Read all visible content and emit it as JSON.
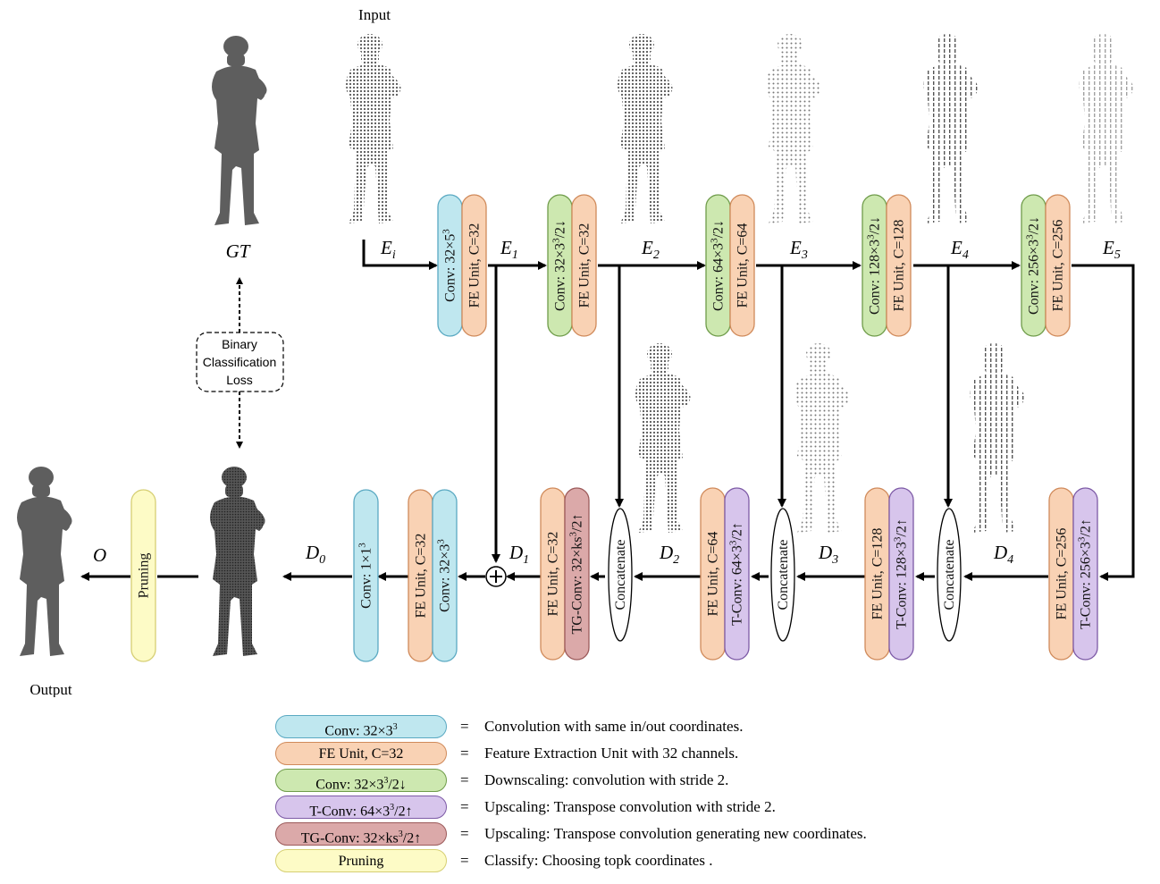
{
  "colors": {
    "conv": {
      "fill": "#bfe7ef",
      "stroke": "#5aa9c2"
    },
    "fe": {
      "fill": "#f9d2b4",
      "stroke": "#d08a5a"
    },
    "down": {
      "fill": "#cde8b0",
      "stroke": "#6f9c4a"
    },
    "tconv": {
      "fill": "#d7c5ec",
      "stroke": "#7d5aa6"
    },
    "tg": {
      "fill": "#dba9a9",
      "stroke": "#9c5a5a"
    },
    "prune": {
      "fill": "#fdfbc6",
      "stroke": "#d6cf73"
    }
  },
  "figure": {
    "input_label": "Input",
    "output_label": "Output",
    "gt_label": "GT",
    "loss_label": [
      "Binary",
      "Classification",
      "Loss"
    ],
    "concat_label": "Concatenate",
    "encoder_labels": [
      "E",
      "E",
      "E",
      "E",
      "E",
      "E"
    ],
    "encoder_subs": [
      "i",
      "1",
      "2",
      "3",
      "4",
      "5"
    ],
    "decoder_labels": [
      "D",
      "D",
      "D",
      "D",
      "D"
    ],
    "decoder_subs": [
      "0",
      "1",
      "2",
      "3",
      "4"
    ],
    "output_symbol": "O",
    "enc_blocks": [
      {
        "a": "Conv: 32×5",
        "a_sup": "3",
        "a_suffix": "",
        "a_type": "conv",
        "b": "FE Unit, C=32"
      },
      {
        "a": "Conv: 32×3",
        "a_sup": "3",
        "a_suffix": "/2↓",
        "a_type": "down",
        "b": "FE Unit, C=32"
      },
      {
        "a": "Conv: 64×3",
        "a_sup": "3",
        "a_suffix": "/2↓",
        "a_type": "down",
        "b": "FE Unit, C=64"
      },
      {
        "a": "Conv: 128×3",
        "a_sup": "3",
        "a_suffix": "/2↓",
        "a_type": "down",
        "b": "FE Unit, C=128"
      },
      {
        "a": "Conv: 256×3",
        "a_sup": "3",
        "a_suffix": "/2↓",
        "a_type": "down",
        "b": "FE Unit, C=256"
      }
    ],
    "dec_blocks": [
      {
        "a": "FE Unit, C=256",
        "b": "T-Conv: 256×3",
        "b_sup": "3",
        "b_suffix": "/2↑",
        "b_type": "tconv"
      },
      {
        "a": "FE Unit, C=128",
        "b": "T-Conv: 128×3",
        "b_sup": "3",
        "b_suffix": "/2↑",
        "b_type": "tconv"
      },
      {
        "a": "FE Unit, C=64",
        "b": "T-Conv: 64×3",
        "b_sup": "3",
        "b_suffix": "/2↑",
        "b_type": "tconv"
      },
      {
        "a": "FE Unit, C=32",
        "b": "TG-Conv: 32×ks",
        "b_sup": "3",
        "b_suffix": "/2↑",
        "b_type": "tg"
      }
    ],
    "final_fe": "FE Unit, C=32",
    "final_conv": "Conv: 32×3",
    "final_conv_sup": "3",
    "out_conv": "Conv: 1×1",
    "out_conv_sup": "3",
    "pruning": "Pruning"
  },
  "legend": [
    {
      "pill": "Conv: 32×3",
      "sup": "3",
      "suffix": "",
      "type": "conv",
      "eq": "=",
      "desc": "Convolution with same in/out coordinates."
    },
    {
      "pill": "FE Unit, C=32",
      "sup": "",
      "suffix": "",
      "type": "fe",
      "eq": "=",
      "desc": "Feature Extraction Unit with 32 channels."
    },
    {
      "pill": "Conv: 32×3",
      "sup": "3",
      "suffix": "/2↓",
      "type": "down",
      "eq": "=",
      "desc": "Downscaling: convolution with stride 2."
    },
    {
      "pill": "T-Conv: 64×3",
      "sup": "3",
      "suffix": "/2↑",
      "type": "tconv",
      "eq": "=",
      "desc": "Upscaling: Transpose convolution with stride 2."
    },
    {
      "pill": "TG-Conv: 32×ks",
      "sup": "3",
      "suffix": "/2↑",
      "type": "tg",
      "eq": "=",
      "desc": "Upscaling: Transpose convolution generating new coordinates."
    },
    {
      "pill": "Pruning",
      "sup": "",
      "suffix": "",
      "type": "prune",
      "eq": "=",
      "desc": "Classify: Choosing topk coordinates ."
    }
  ]
}
